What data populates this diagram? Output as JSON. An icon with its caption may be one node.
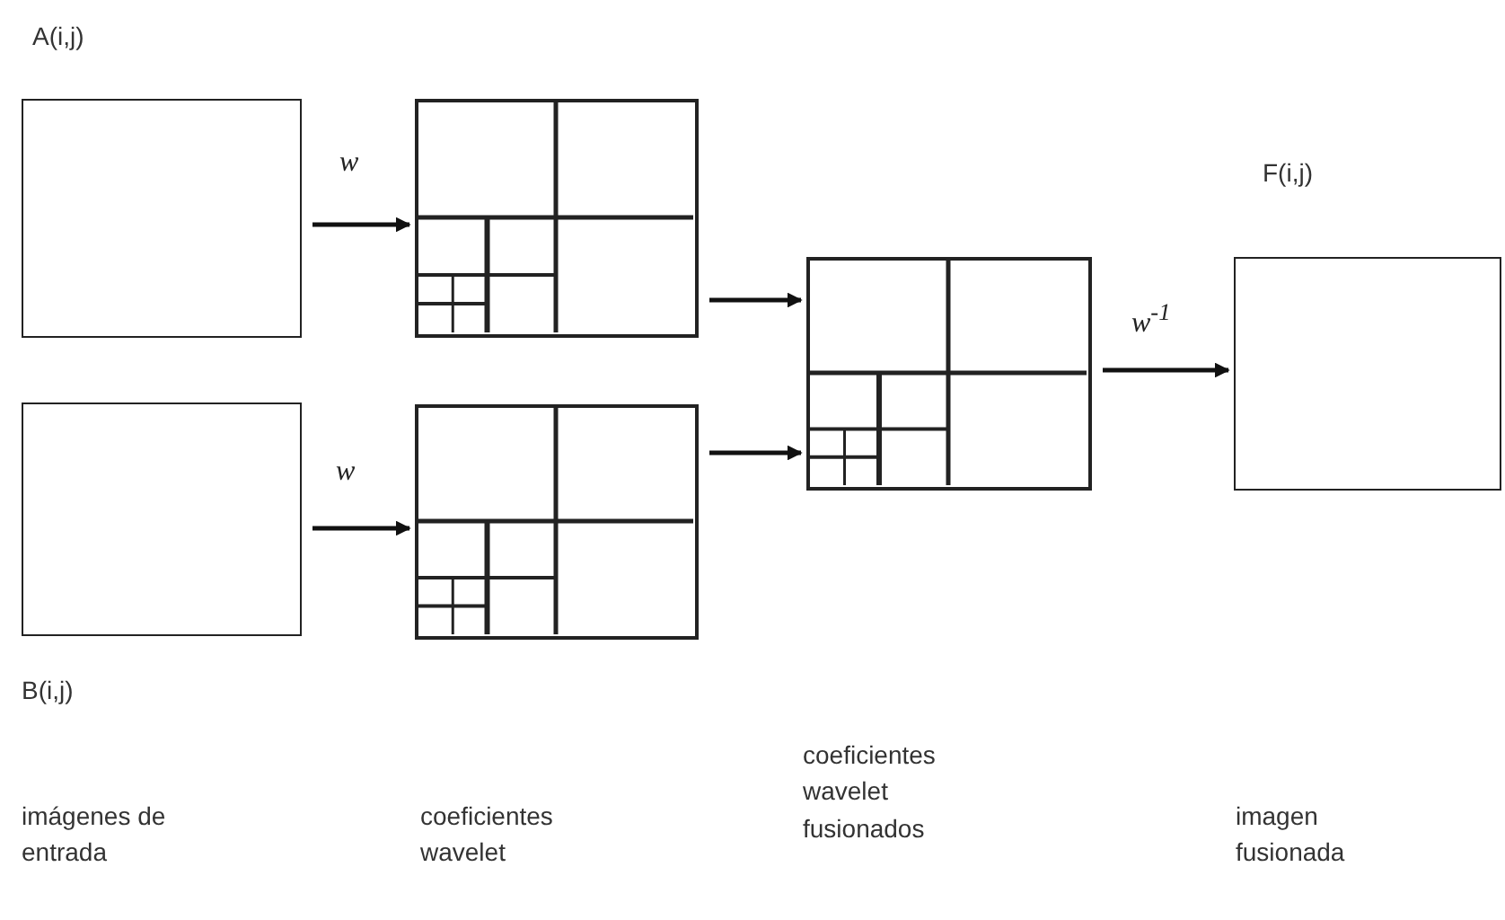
{
  "diagram": {
    "nodes": [
      {
        "text": [],
        "shape": "box"
      },
      {
        "text": [],
        "shape": "box"
      },
      {
        "text": [],
        "shape": "box"
      },
      {
        "text": [],
        "shape": "box"
      },
      {
        "text": [],
        "shape": "box"
      },
      {
        "text": [],
        "shape": "box"
      }
    ],
    "edges": [
      {
        "from": 0,
        "to": 2,
        "arrow": "to",
        "label": "w"
      },
      {
        "from": 1,
        "to": 3,
        "arrow": "to",
        "label": "w"
      },
      {
        "from": 2,
        "to": 4,
        "arrow": "to"
      },
      {
        "from": 3,
        "to": 4,
        "arrow": "to"
      },
      {
        "from": 4,
        "to": 5,
        "arrow": "to",
        "label": "w$^{-1}$"
      }
    ],
    "labels": [
      "A(i,j)",
      "F(i,j)",
      "B(i,j)",
      "coeficientes wavelet fusionados",
      "imágenes de entrada",
      "coeficientes wavelet",
      "imagen fusionada"
    ]
  }
}
